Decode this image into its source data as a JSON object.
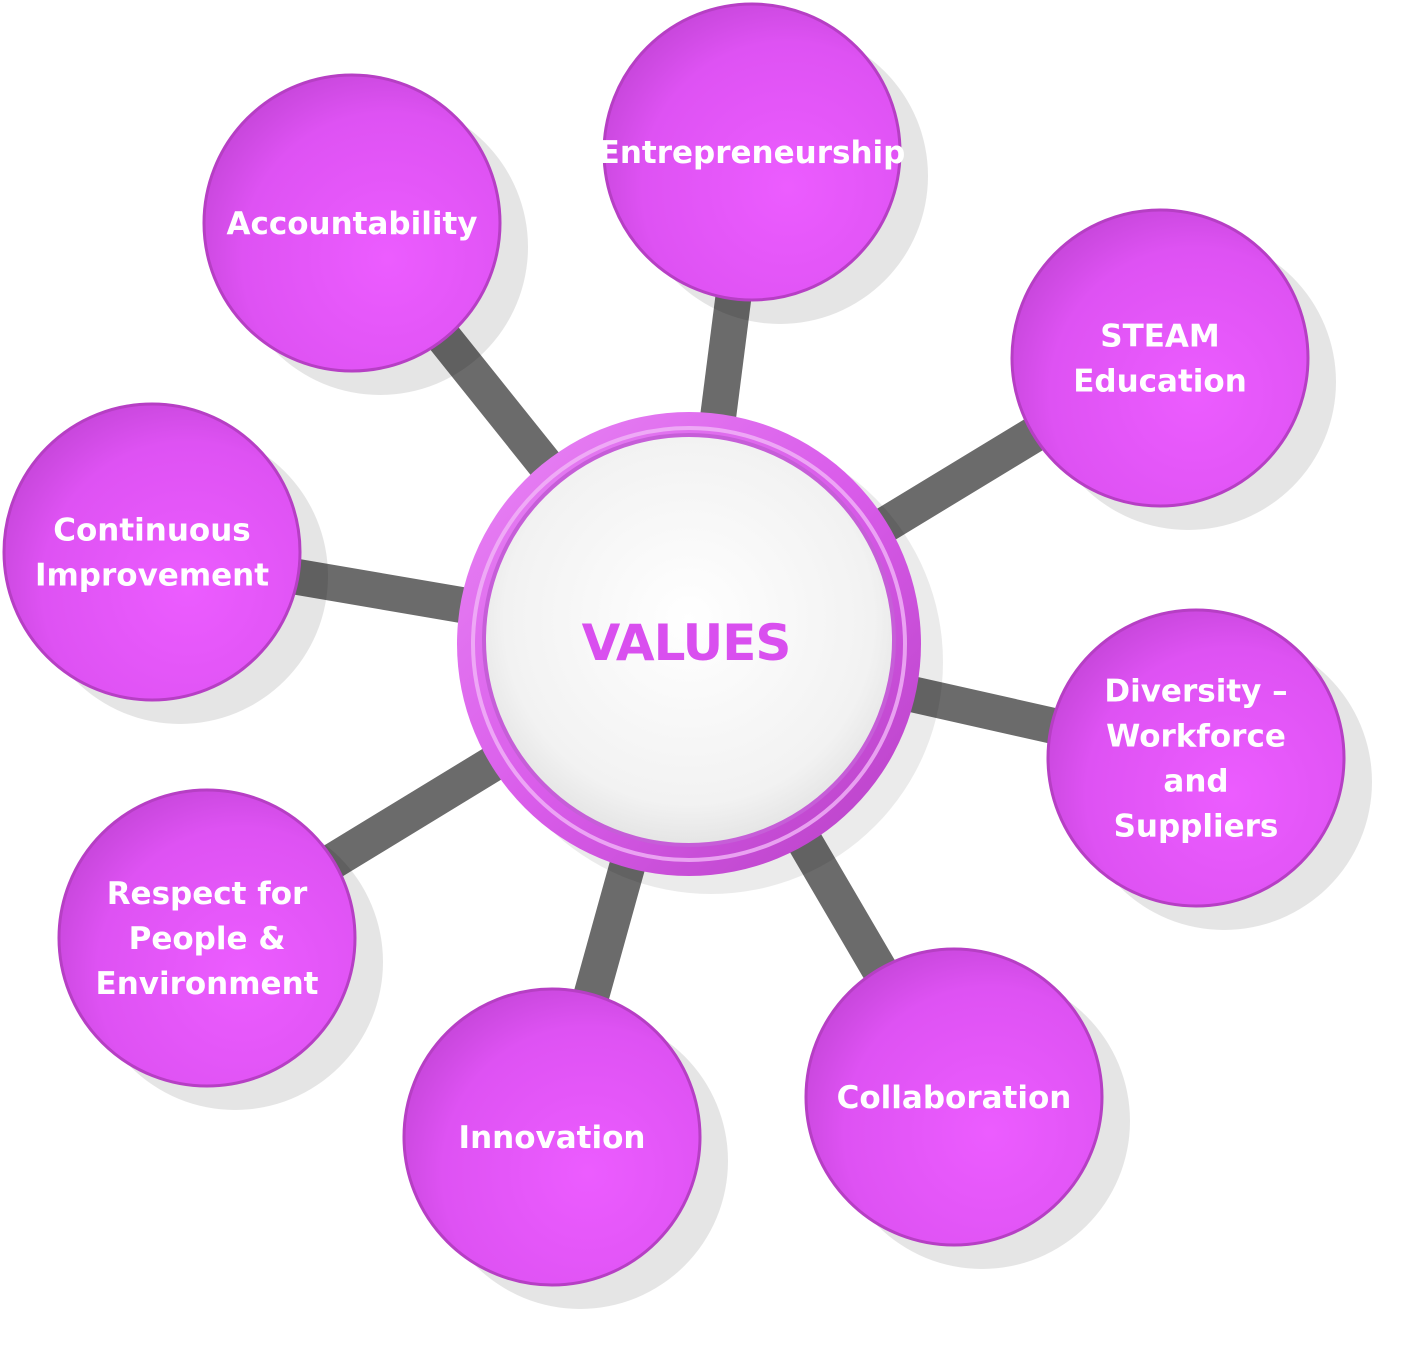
{
  "center": {
    "label": "VALUES"
  },
  "nodes": [
    {
      "id": "accountability",
      "lines": [
        "Accountability"
      ]
    },
    {
      "id": "entrepreneurship",
      "lines": [
        "Entrepreneurship"
      ]
    },
    {
      "id": "steam-education",
      "lines": [
        "STEAM",
        "Education"
      ]
    },
    {
      "id": "continuous-improvement",
      "lines": [
        "Continuous",
        "Improvement"
      ]
    },
    {
      "id": "diversity",
      "lines": [
        "Diversity –",
        "Workforce",
        "and",
        "Suppliers"
      ]
    },
    {
      "id": "respect",
      "lines": [
        "Respect for",
        "People &",
        "Environment"
      ]
    },
    {
      "id": "innovation",
      "lines": [
        "Innovation"
      ]
    },
    {
      "id": "collaboration",
      "lines": [
        "Collaboration"
      ]
    }
  ],
  "colors": {
    "node": "#e055f2",
    "node_border": "#b63fc4",
    "connector": "#6b6b6b",
    "center_text": "#d94fef"
  }
}
